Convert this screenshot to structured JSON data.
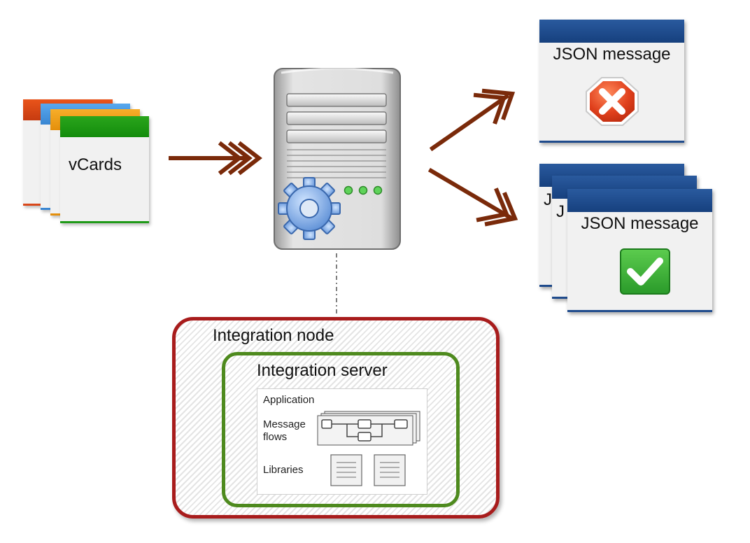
{
  "input": {
    "label": "vCards"
  },
  "outputs": {
    "error_message": {
      "label": "JSON message",
      "icon": "error-x-icon",
      "color": "#d93a1f"
    },
    "success_message": {
      "label": "JSON message",
      "partial_labels": [
        "J",
        "J"
      ],
      "icon": "check-icon",
      "color": "#3ca33c"
    }
  },
  "integration": {
    "node_label": "Integration node",
    "server_label": "Integration server",
    "application": {
      "title": "Application",
      "flows_label": "Message\nflows",
      "libraries_label": "Libraries"
    }
  },
  "colors": {
    "arrow": "#7a2a0a",
    "node_border": "#a81c1c",
    "server_border": "#4e8a1e",
    "message_header": "#1f4b8c"
  }
}
